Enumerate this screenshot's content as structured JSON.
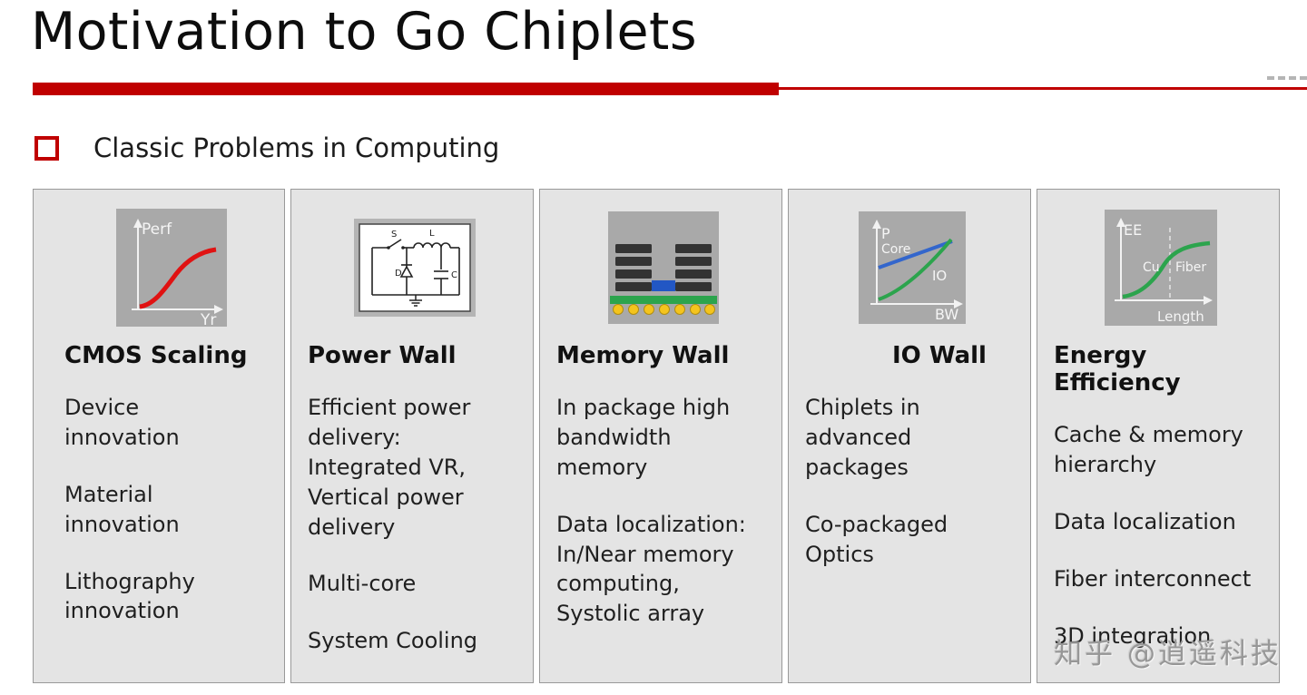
{
  "slide": {
    "title": "Motivation to Go Chiplets",
    "section_heading": "Classic Problems in Computing",
    "watermark": "知乎 @逍遥科技"
  },
  "colors": {
    "accent_red": "#c00000",
    "curve_red": "#e01212",
    "line_blue": "#3366cc",
    "line_green": "#2ca44d"
  },
  "cards": [
    {
      "title": "CMOS Scaling",
      "icon_name": "performance-vs-year-curve-icon",
      "icon": {
        "y_label": "Perf",
        "x_label": "Yr"
      },
      "paragraphs": [
        "Device\ninnovation",
        "Material\ninnovation",
        "Lithography\ninnovation"
      ]
    },
    {
      "title": "Power Wall",
      "icon_name": "buck-converter-circuit-icon",
      "icon": {
        "switch_label": "S",
        "inductor_label": "L",
        "diode_label": "D",
        "capacitor_label": "C"
      },
      "paragraphs": [
        "Efficient power\ndelivery:\nIntegrated VR,\nVertical power\ndelivery",
        "Multi-core",
        "System Cooling"
      ]
    },
    {
      "title": "Memory Wall",
      "icon_name": "hbm-stack-package-icon",
      "paragraphs": [
        "In package high\nbandwidth\nmemory",
        "Data localization:\nIn/Near memory\ncomputing,\nSystolic array"
      ]
    },
    {
      "title": "IO Wall",
      "icon_name": "core-vs-io-bandwidth-chart-icon",
      "icon": {
        "y_label": "P",
        "series1_label": "Core",
        "series2_label": "IO",
        "x_label": "BW"
      },
      "paragraphs": [
        "Chiplets in\nadvanced\npackages",
        "Co-packaged\nOptics"
      ]
    },
    {
      "title": "Energy Efficiency",
      "icon_name": "energy-efficiency-vs-length-chart-icon",
      "icon": {
        "y_label": "EE",
        "left_label": "Cu",
        "right_label": "Fiber",
        "x_label": "Length"
      },
      "paragraphs": [
        "Cache & memory\nhierarchy",
        "Data localization",
        "Fiber interconnect",
        "3D integration"
      ]
    }
  ]
}
